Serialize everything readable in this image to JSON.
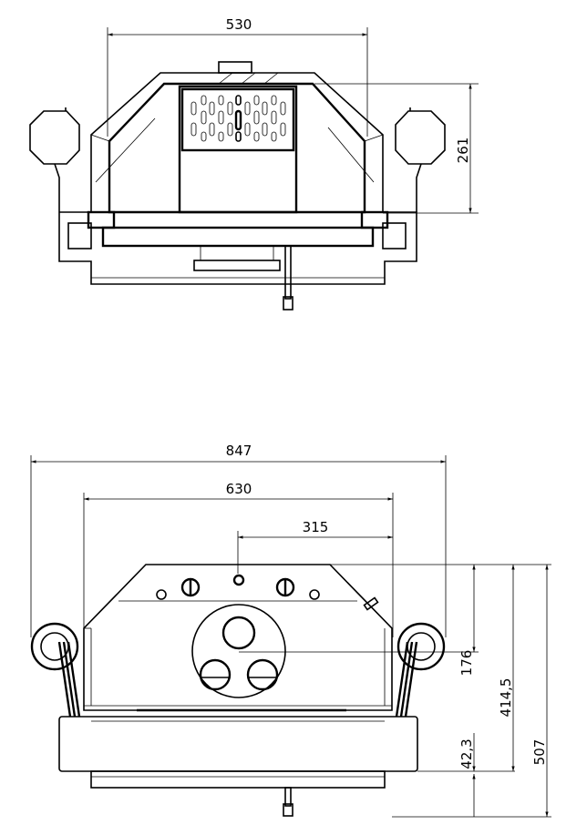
{
  "top_view": {
    "dim_width": "530",
    "dim_height": "261"
  },
  "front_view": {
    "dim_overall_width": "847",
    "dim_body_width": "630",
    "dim_half_width": "315",
    "dim_flue_height": "176",
    "dim_body_height": "414,5",
    "dim_base_height": "42,3",
    "dim_total_height": "507"
  }
}
